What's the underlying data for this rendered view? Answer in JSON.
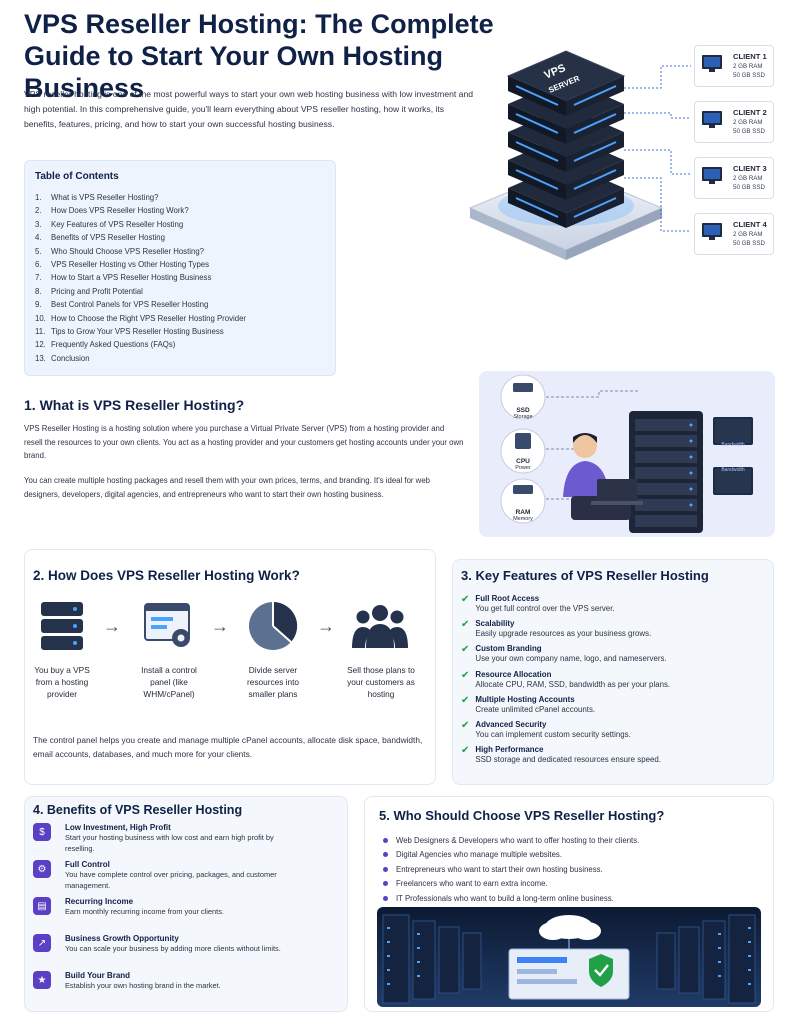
{
  "title": "VPS Reseller Hosting: The Complete Guide to Start Your Own Hosting Business",
  "intro": "VPS reseller hosting is one of the most powerful ways to start your own web hosting business with low investment and high potential. In this comprehensive guide, you'll learn everything about VPS reseller hosting, how it works, its benefits, features, pricing, and how to start your own successful hosting business.",
  "hero": {
    "server_label_1": "VPS",
    "server_label_2": "SERVER",
    "clients": [
      {
        "name": "CLIENT 1",
        "ram": "2 GB RAM",
        "ssd": "50 GB SSD"
      },
      {
        "name": "CLIENT 2",
        "ram": "2 GB RAM",
        "ssd": "50 GB SSD"
      },
      {
        "name": "CLIENT 3",
        "ram": "2 GB RAM",
        "ssd": "50 GB SSD"
      },
      {
        "name": "CLIENT 4",
        "ram": "2 GB RAM",
        "ssd": "50 GB SSD"
      }
    ]
  },
  "toc": {
    "title": "Table of Contents",
    "items": [
      {
        "n": "1.",
        "label": "What is VPS Reseller Hosting?"
      },
      {
        "n": "2.",
        "label": "How Does VPS Reseller Hosting Work?"
      },
      {
        "n": "3.",
        "label": "Key Features of VPS Reseller Hosting"
      },
      {
        "n": "4.",
        "label": "Benefits of VPS Reseller Hosting"
      },
      {
        "n": "5.",
        "label": "Who Should Choose VPS Reseller Hosting?"
      },
      {
        "n": "6.",
        "label": "VPS Reseller Hosting vs Other Hosting Types"
      },
      {
        "n": "7.",
        "label": "How to Start a VPS Reseller Hosting Business"
      },
      {
        "n": "8.",
        "label": "Pricing and Profit Potential"
      },
      {
        "n": "9.",
        "label": "Best Control Panels for VPS Reseller Hosting"
      },
      {
        "n": "10.",
        "label": "How to Choose the Right VPS Reseller Hosting Provider"
      },
      {
        "n": "11.",
        "label": "Tips to Grow Your VPS Reseller Hosting Business"
      },
      {
        "n": "12.",
        "label": "Frequently Asked Questions (FAQs)"
      },
      {
        "n": "13.",
        "label": "Conclusion"
      }
    ]
  },
  "s1": {
    "title": "1. What is VPS Reseller Hosting?",
    "p1": "VPS Reseller Hosting is a hosting solution where you purchase a Virtual Private Server (VPS) from a hosting provider and resell the resources to your own clients. You act as a hosting provider and your customers get hosting accounts under your own brand.",
    "p2": "You can create multiple hosting packages and resell them with your own prices, terms, and branding. It's ideal for web designers, developers, digital agencies, and entrepreneurs who want to start their own hosting business.",
    "badges": [
      {
        "l1": "SSD",
        "l2": "Storage"
      },
      {
        "l1": "CPU",
        "l2": "Power"
      },
      {
        "l1": "RAM",
        "l2": "Memory"
      }
    ],
    "monitor_1": "Bandwidth",
    "monitor_2": "Bandwidth"
  },
  "s2": {
    "title": "2. How Does VPS Reseller Hosting Work?",
    "steps": [
      {
        "label": "You buy a VPS from a hosting provider"
      },
      {
        "label": "Install a control panel (like WHM/cPanel)"
      },
      {
        "label": "Divide server resources into smaller plans"
      },
      {
        "label": "Sell those plans to your customers as hosting"
      }
    ],
    "arrow": "→",
    "note": "The control panel helps you create and manage multiple cPanel accounts, allocate disk space, bandwidth, email accounts, databases, and much more for your clients."
  },
  "s3": {
    "title": "3. Key Features of VPS Reseller Hosting",
    "check": "✔",
    "items": [
      {
        "t": "Full Root Access",
        "d": "You get full control over the VPS server."
      },
      {
        "t": "Scalability",
        "d": "Easily upgrade resources as your business grows."
      },
      {
        "t": "Custom Branding",
        "d": "Use your own company name, logo, and nameservers."
      },
      {
        "t": "Resource Allocation",
        "d": "Allocate CPU, RAM, SSD, bandwidth as per your plans."
      },
      {
        "t": "Multiple Hosting Accounts",
        "d": "Create unlimited cPanel accounts."
      },
      {
        "t": "Advanced Security",
        "d": "You can implement custom security settings."
      },
      {
        "t": "High Performance",
        "d": "SSD storage and dedicated resources ensure speed."
      }
    ]
  },
  "s4": {
    "title": "4. Benefits of VPS Reseller Hosting",
    "items": [
      {
        "t": "Low Investment, High Profit",
        "d": "Start your hosting business with low cost and earn high profit by reselling.",
        "icon": "$"
      },
      {
        "t": "Full Control",
        "d": "You have complete control over pricing, packages, and customer management.",
        "icon": "⚙"
      },
      {
        "t": "Recurring Income",
        "d": "Earn monthly recurring income from your clients.",
        "icon": "▤"
      },
      {
        "t": "Business Growth Opportunity",
        "d": "You can scale your business by adding more clients without limits.",
        "icon": "↗"
      },
      {
        "t": "Build Your Brand",
        "d": "Establish your own hosting brand in the market.",
        "icon": "★"
      }
    ]
  },
  "s5": {
    "title": "5. Who Should Choose VPS Reseller Hosting?",
    "items": [
      "Web Designers & Developers who want to offer hosting to their clients.",
      "Digital Agencies who manage multiple websites.",
      "Entrepreneurs who want to start their own hosting business.",
      "Freelancers who want to earn extra income.",
      "IT Professionals who want to build a long-term online business."
    ]
  },
  "colors": {
    "navy": "#0f2147",
    "purple": "#5b3fc4",
    "green": "#22a047",
    "accent_blue": "#3b82f6"
  }
}
